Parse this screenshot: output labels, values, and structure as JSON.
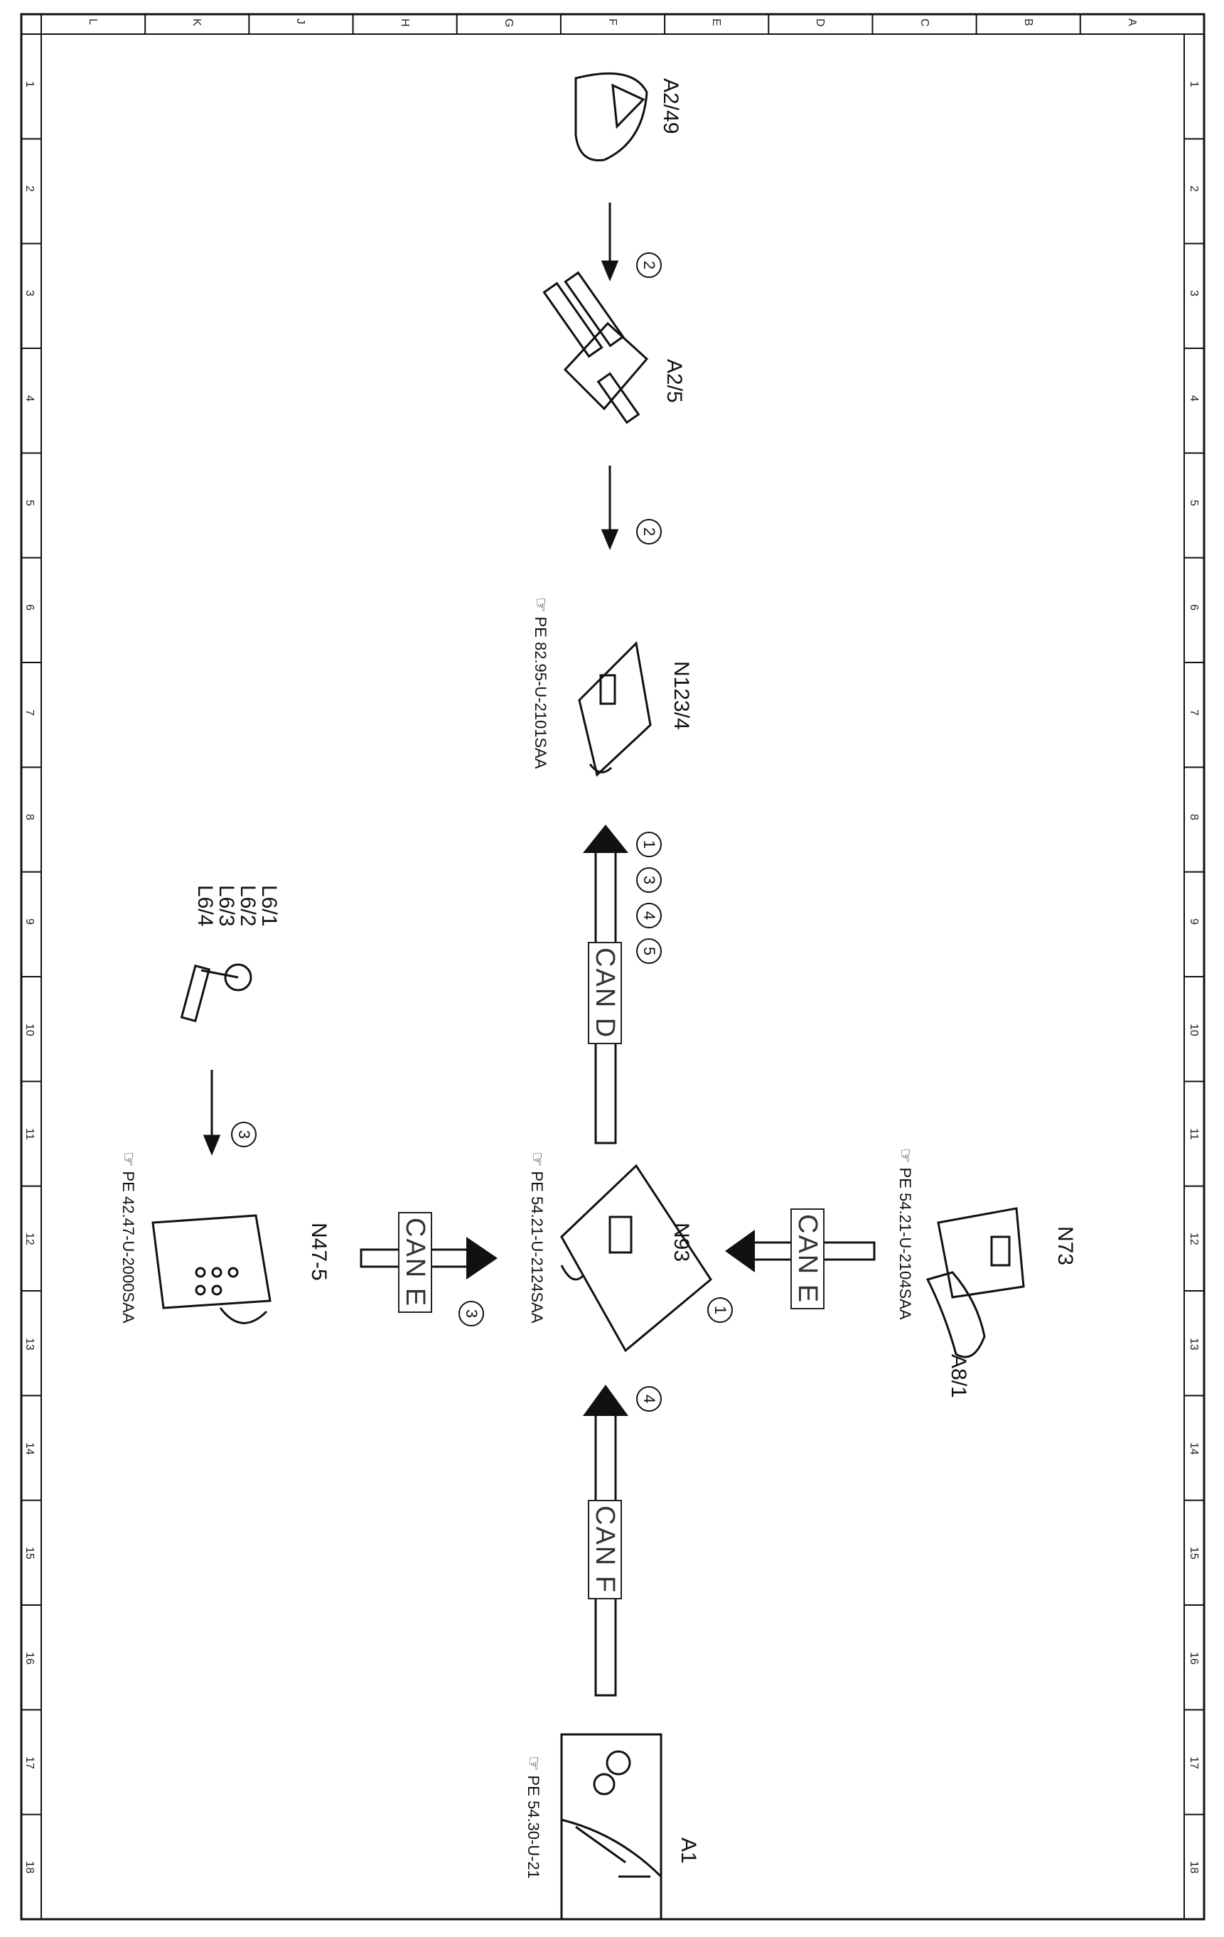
{
  "components": {
    "a2_49": "A2/49",
    "a2_5": "A2/5",
    "n123_4": "N123/4",
    "n93": "N93",
    "n73": "N73",
    "a8_1": "A8/1",
    "n47_5": "N47-5",
    "l6": [
      "L6/1",
      "L6/2",
      "L6/3",
      "L6/4"
    ],
    "a1": "A1"
  },
  "references": {
    "n123_4": "PE 82.95-U-2101SAA",
    "n93": "PE 54.21-U-2124SAA",
    "n73": "PE 54.21-U-2104SAA",
    "n47_5": "PE 42.47-U-2000SAA",
    "a1": "PE 54.30-U-21"
  },
  "buses": {
    "can_d": "CAN D",
    "can_e_top": "CAN E",
    "can_e_left": "CAN E",
    "can_f": "CAN F"
  },
  "steps": {
    "a2_49_to_a2_5": "2",
    "a2_5_to_n123": "2",
    "can_d": [
      "1",
      "3",
      "4",
      "5"
    ],
    "n73_to_n93": "1",
    "n47_to_n93": "3",
    "l6_to_n47": "3",
    "a1_to_n93": "4"
  },
  "frame": {
    "columns": [
      "L",
      "K",
      "J",
      "H",
      "G",
      "F",
      "E",
      "D",
      "C",
      "B",
      "A"
    ],
    "rows": [
      "1",
      "2",
      "3",
      "4",
      "5",
      "6",
      "7",
      "8",
      "9",
      "10",
      "11",
      "12",
      "13",
      "14",
      "15",
      "16",
      "17",
      "18"
    ]
  }
}
